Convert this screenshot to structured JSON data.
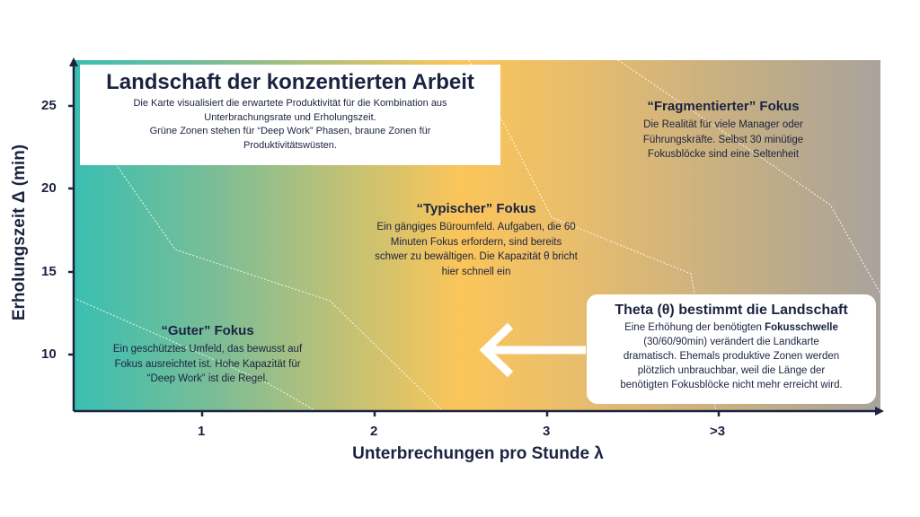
{
  "chart_data": {
    "type": "heatmap",
    "title": "Landschaft der konzentierten Arbeit",
    "subtitle": "Die Karte visualisiert die erwartete Produktivität für die Kombination aus Unterbrachungsrate und Erholungszeit. Grüne Zonen stehen für “Deep Work” Phasen, braune Zonen für Produktivitätswüsten.",
    "subtitle_lines": [
      "Die Karte visualisiert die erwartete Produktivität für die Kombination aus",
      "Unterbrachungsrate und Erholungszeit.",
      "Grüne Zonen stehen für “Deep Work” Phasen, braune Zonen für",
      "Produktivitätswüsten."
    ],
    "xlabel": "Unterbrechungen pro Stunde λ",
    "ylabel": "Erholungszeit Δ (min)",
    "x_ticks": [
      "1",
      "2",
      "3",
      ">3"
    ],
    "y_ticks": [
      "25",
      "20",
      "15",
      "10"
    ],
    "color_scale": [
      "#39bfb2",
      "#fbc55a",
      "#a9a39d"
    ],
    "zones": [
      {
        "title": "“Guter” Fokus",
        "lines": [
          "Ein geschütztes Umfeld, das bewusst auf",
          "Fokus ausreichtet ist. Hohe Kapazität für",
          "“Deep Work” ist die Regel."
        ]
      },
      {
        "title": "“Typischer” Fokus",
        "lines": [
          "Ein gängiges Büroumfeld. Aufgaben, die 60",
          "Minuten Fokus erfordern, sind bereits",
          "schwer zu bewältigen. Die Kapazität θ bricht",
          "hier schnell ein"
        ]
      },
      {
        "title": "“Fragmentierter” Fokus",
        "lines": [
          "Die Realität für viele Manager oder",
          "Führungskräfte. Selbst 30 minütige",
          "Fokusblöcke sind eine Seltenheit"
        ]
      }
    ],
    "callout": {
      "title": "Theta (θ) bestimmt die Landschaft",
      "pre": "Eine Erhöhung der benötigten ",
      "bold": "Fokusschwelle",
      "lines": [
        "(30/60/90min) verändert die Landkarte",
        "dramatisch. Ehemals produktive Zonen werden",
        "plötzlich unbrauchbar, weil die Länge der",
        "benötigten Fokusblöcke nicht mehr erreicht wird."
      ]
    }
  }
}
